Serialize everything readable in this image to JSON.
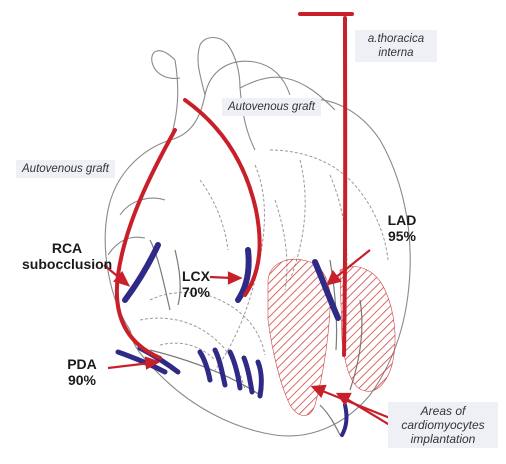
{
  "labels": {
    "thoracica_line1": "a.thoracica",
    "thoracica_line2": "interna",
    "autovenous_graft_top": "Autovenous graft",
    "autovenous_graft_left": "Autovenous graft",
    "rca_line1": "RCA",
    "rca_line2": "subocclusion",
    "lcx_line1": "LCX",
    "lcx_line2": "70%",
    "lad_line1": "LAD",
    "lad_line2": "95%",
    "pda_line1": "PDA",
    "pda_line2": "90%",
    "areas_line1": "Areas of",
    "areas_line2": "cardiomyocytes",
    "areas_line3": "implantation"
  },
  "colors": {
    "graft_red": "#c8202a",
    "vessel_blue": "#2e2a86",
    "outline_gray": "#8a8a8a",
    "hatch_red": "#d04040",
    "label_box": "#eef0f6"
  }
}
